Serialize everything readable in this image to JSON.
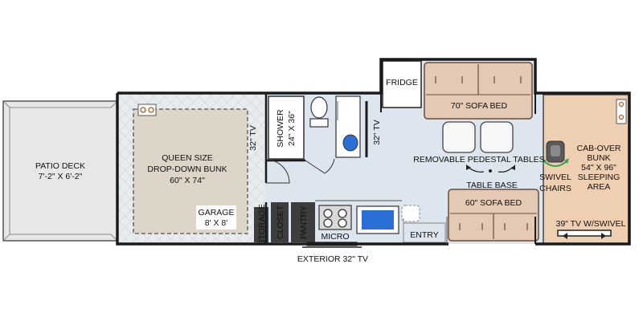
{
  "colors": {
    "wall": "#1a1a1a",
    "floor": "#dde5ee",
    "garage_floor": "#e9ecef",
    "patio": "#e7e7e7",
    "carpet": "#dcd5c8",
    "sofa": "#e4c9b4",
    "sofa_stroke": "#6b4c3b",
    "cabover": "#efcfb2",
    "cushion": "#f7f7f7",
    "appliance": "#3d3d3d",
    "water": "#2a6fd6"
  },
  "labels": {
    "patio_deck": "PATIO DECK",
    "patio_deck_size": "7'-2\" X 6'-2\"",
    "queen_bunk_line1": "QUEEN SIZE",
    "queen_bunk_line2": "DROP-DOWN BUNK",
    "queen_bunk_size": "60\" X 74\"",
    "garage": "GARAGE",
    "garage_size": "8' X 8'",
    "tv_garage": "32\" TV",
    "shower": "SHOWER",
    "shower_size": "24\" X 36\"",
    "tv_bath": "32\" TV",
    "fridge": "FRIDGE",
    "sofa_bed_top": "70\" SOFA BED",
    "removable_tables": "REMOVABLE PEDESTAL TABLES",
    "table_base": "TABLE BASE",
    "sofa_bed_bottom": "60\" SOFA BED",
    "swivel": "SWIVEL",
    "chairs": "CHAIRS",
    "cabover_line1": "CAB-OVER",
    "cabover_line2": "BUNK",
    "cabover_size": "54\" X 96\"",
    "cabover_line4": "SLEEPING",
    "cabover_line5": "AREA",
    "tv_swivel": "39\" TV W/SWIVEL",
    "storage": "STORAGE",
    "closet": "CLOSET",
    "pantry": "PANTRY",
    "micro": "MICRO",
    "entry": "ENTRY",
    "exterior_tv": "EXTERIOR 32\" TV"
  }
}
